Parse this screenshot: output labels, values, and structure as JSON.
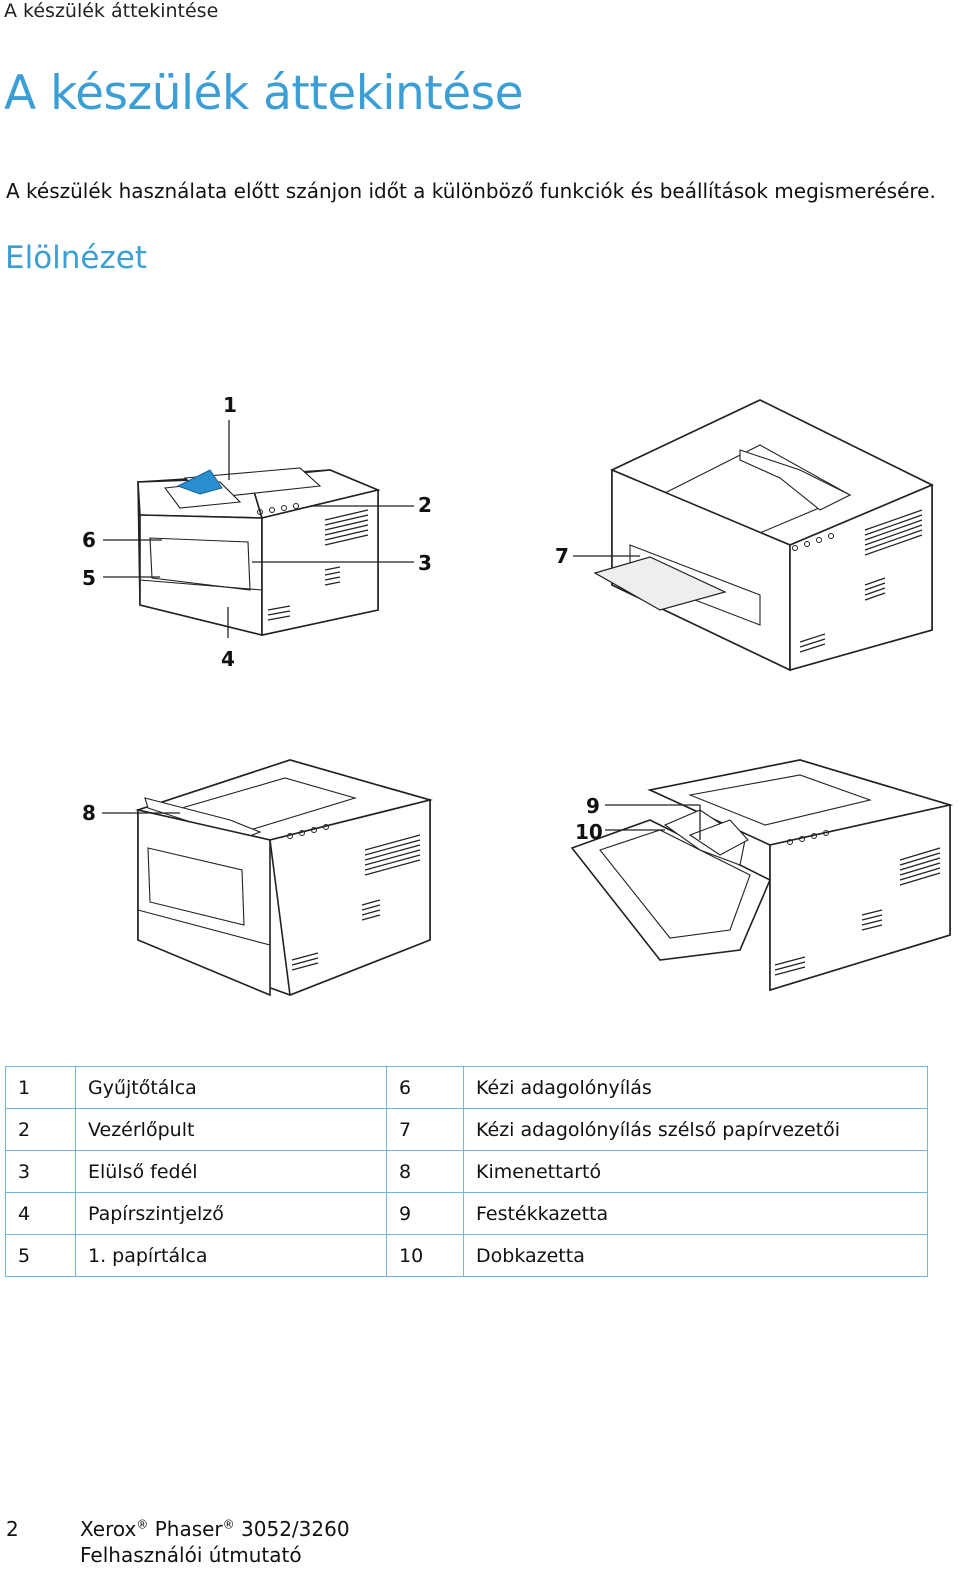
{
  "running_header": "A készülék áttekintése",
  "title": "A készülék áttekintése",
  "intro": "A készülék használata előtt szánjon időt a különböző funkciók és beállítások megismerésére.",
  "subheading": "Elölnézet",
  "figure": {
    "callouts": [
      "1",
      "2",
      "3",
      "4",
      "5",
      "6",
      "7",
      "8",
      "9",
      "10"
    ]
  },
  "parts_table": [
    {
      "n1": "1",
      "label1": "Gyűjtőtálca",
      "n2": "6",
      "label2": "Kézi adagolónyílás"
    },
    {
      "n1": "2",
      "label1": "Vezérlőpult",
      "n2": "7",
      "label2": "Kézi adagolónyílás szélső papírvezetői"
    },
    {
      "n1": "3",
      "label1": "Elülső fedél",
      "n2": "8",
      "label2": "Kimenettartó"
    },
    {
      "n1": "4",
      "label1": "Papírszintjelző",
      "n2": "9",
      "label2": "Festékkazetta"
    },
    {
      "n1": "5",
      "label1": "1. papírtálca",
      "n2": "10",
      "label2": "Dobkazetta"
    }
  ],
  "footer": {
    "page_number": "2",
    "brand": "Xerox",
    "reg_mark": "®",
    "product": "Phaser",
    "model": "3052/3260",
    "guide": "Felhasználói útmutató"
  }
}
